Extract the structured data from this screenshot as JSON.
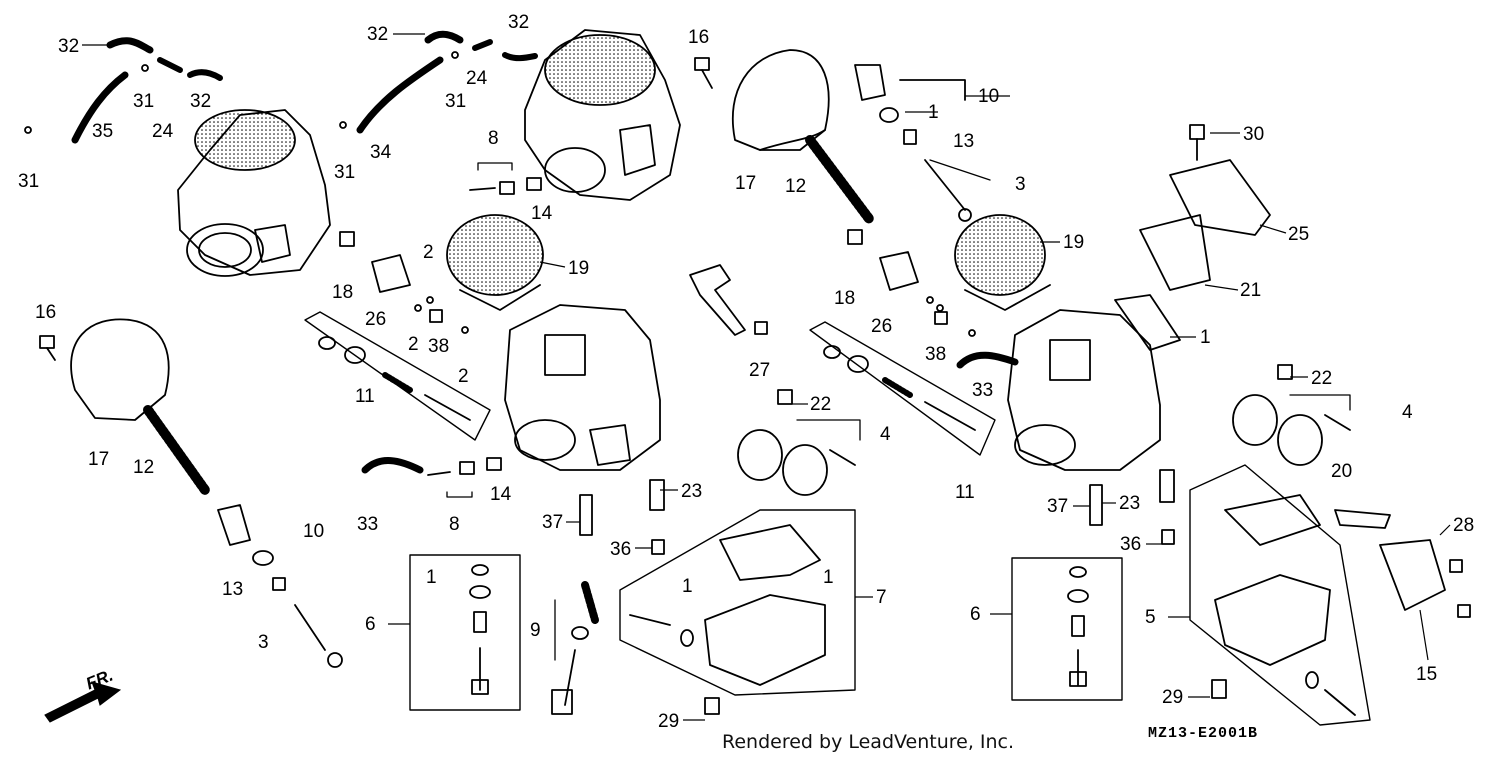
{
  "callouts": [
    {
      "id": "c1",
      "label": "32"
    },
    {
      "id": "c2",
      "label": "31"
    },
    {
      "id": "c3",
      "label": "24"
    },
    {
      "id": "c4",
      "label": "32"
    },
    {
      "id": "c5",
      "label": "35"
    },
    {
      "id": "c6",
      "label": "31"
    },
    {
      "id": "c7",
      "label": "32"
    },
    {
      "id": "c8",
      "label": "32"
    },
    {
      "id": "c9",
      "label": "24"
    },
    {
      "id": "c10",
      "label": "31"
    },
    {
      "id": "c11",
      "label": "34"
    },
    {
      "id": "c12",
      "label": "31"
    },
    {
      "id": "c13",
      "label": "8"
    },
    {
      "id": "c14",
      "label": "14"
    },
    {
      "id": "c15",
      "label": "16"
    },
    {
      "id": "c16",
      "label": "17"
    },
    {
      "id": "c17",
      "label": "12"
    },
    {
      "id": "c18",
      "label": "10"
    },
    {
      "id": "c19",
      "label": "1"
    },
    {
      "id": "c20",
      "label": "13"
    },
    {
      "id": "c21",
      "label": "3"
    },
    {
      "id": "c22",
      "label": "30"
    },
    {
      "id": "c23",
      "label": "25"
    },
    {
      "id": "c24",
      "label": "21"
    },
    {
      "id": "c25",
      "label": "1"
    },
    {
      "id": "c26",
      "label": "19"
    },
    {
      "id": "c27",
      "label": "18"
    },
    {
      "id": "c28",
      "label": "26"
    },
    {
      "id": "c29",
      "label": "38"
    },
    {
      "id": "c30",
      "label": "33"
    },
    {
      "id": "c31",
      "label": "19"
    },
    {
      "id": "c32",
      "label": "18"
    },
    {
      "id": "c33",
      "label": "26"
    },
    {
      "id": "c34",
      "label": "2"
    },
    {
      "id": "c35",
      "label": "2"
    },
    {
      "id": "c36",
      "label": "38"
    },
    {
      "id": "c37",
      "label": "2"
    },
    {
      "id": "c38",
      "label": "16"
    },
    {
      "id": "c39",
      "label": "17"
    },
    {
      "id": "c40",
      "label": "12"
    },
    {
      "id": "c41",
      "label": "11"
    },
    {
      "id": "c42",
      "label": "27"
    },
    {
      "id": "c43",
      "label": "22"
    },
    {
      "id": "c44",
      "label": "4"
    },
    {
      "id": "c45",
      "label": "22"
    },
    {
      "id": "c46",
      "label": "4"
    },
    {
      "id": "c47",
      "label": "11"
    },
    {
      "id": "c48",
      "label": "33"
    },
    {
      "id": "c49",
      "label": "8"
    },
    {
      "id": "c50",
      "label": "14"
    },
    {
      "id": "c51",
      "label": "23"
    },
    {
      "id": "c52",
      "label": "37"
    },
    {
      "id": "c53",
      "label": "36"
    },
    {
      "id": "c54",
      "label": "10"
    },
    {
      "id": "c55",
      "label": "13"
    },
    {
      "id": "c56",
      "label": "3"
    },
    {
      "id": "c57",
      "label": "6"
    },
    {
      "id": "c58",
      "label": "1"
    },
    {
      "id": "c59",
      "label": "9"
    },
    {
      "id": "c60",
      "label": "1"
    },
    {
      "id": "c61",
      "label": "1"
    },
    {
      "id": "c62",
      "label": "7"
    },
    {
      "id": "c63",
      "label": "29"
    },
    {
      "id": "c64",
      "label": "37"
    },
    {
      "id": "c65",
      "label": "23"
    },
    {
      "id": "c66",
      "label": "36"
    },
    {
      "id": "c67",
      "label": "6"
    },
    {
      "id": "c68",
      "label": "20"
    },
    {
      "id": "c69",
      "label": "5"
    },
    {
      "id": "c70",
      "label": "28"
    },
    {
      "id": "c71",
      "label": "15"
    },
    {
      "id": "c72",
      "label": "29"
    }
  ],
  "direction_label": "FR.",
  "credit": "Rendered by LeadVenture, Inc.",
  "diagram_code": "MZ13-E2001B"
}
